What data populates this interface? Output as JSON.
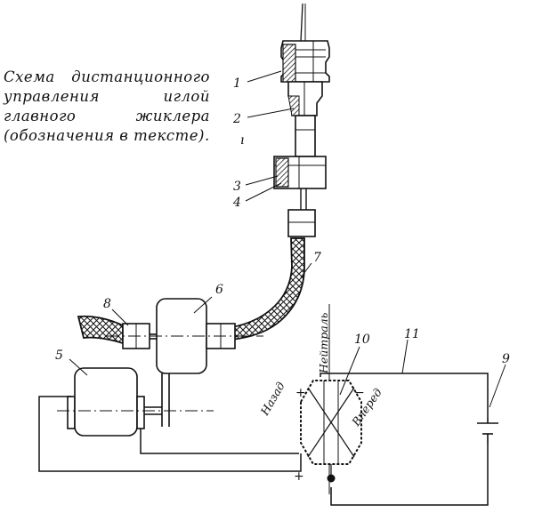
{
  "caption": "Схема дистанционного управления иглой главного жиклера (обозначения в тексте).",
  "labels": {
    "n1": "1",
    "n2": "2",
    "n3": "3",
    "n4": "4",
    "n5": "5",
    "n6": "6",
    "n7": "7",
    "n8": "8",
    "n9": "9",
    "n10": "10",
    "n11": "11"
  },
  "switch": {
    "neutral": "Нейтраль",
    "back": "Назад",
    "forward": "Вперед",
    "plus_top": "+",
    "minus_top": "−",
    "plus_bottom": "+"
  },
  "stray_mark": "ı"
}
